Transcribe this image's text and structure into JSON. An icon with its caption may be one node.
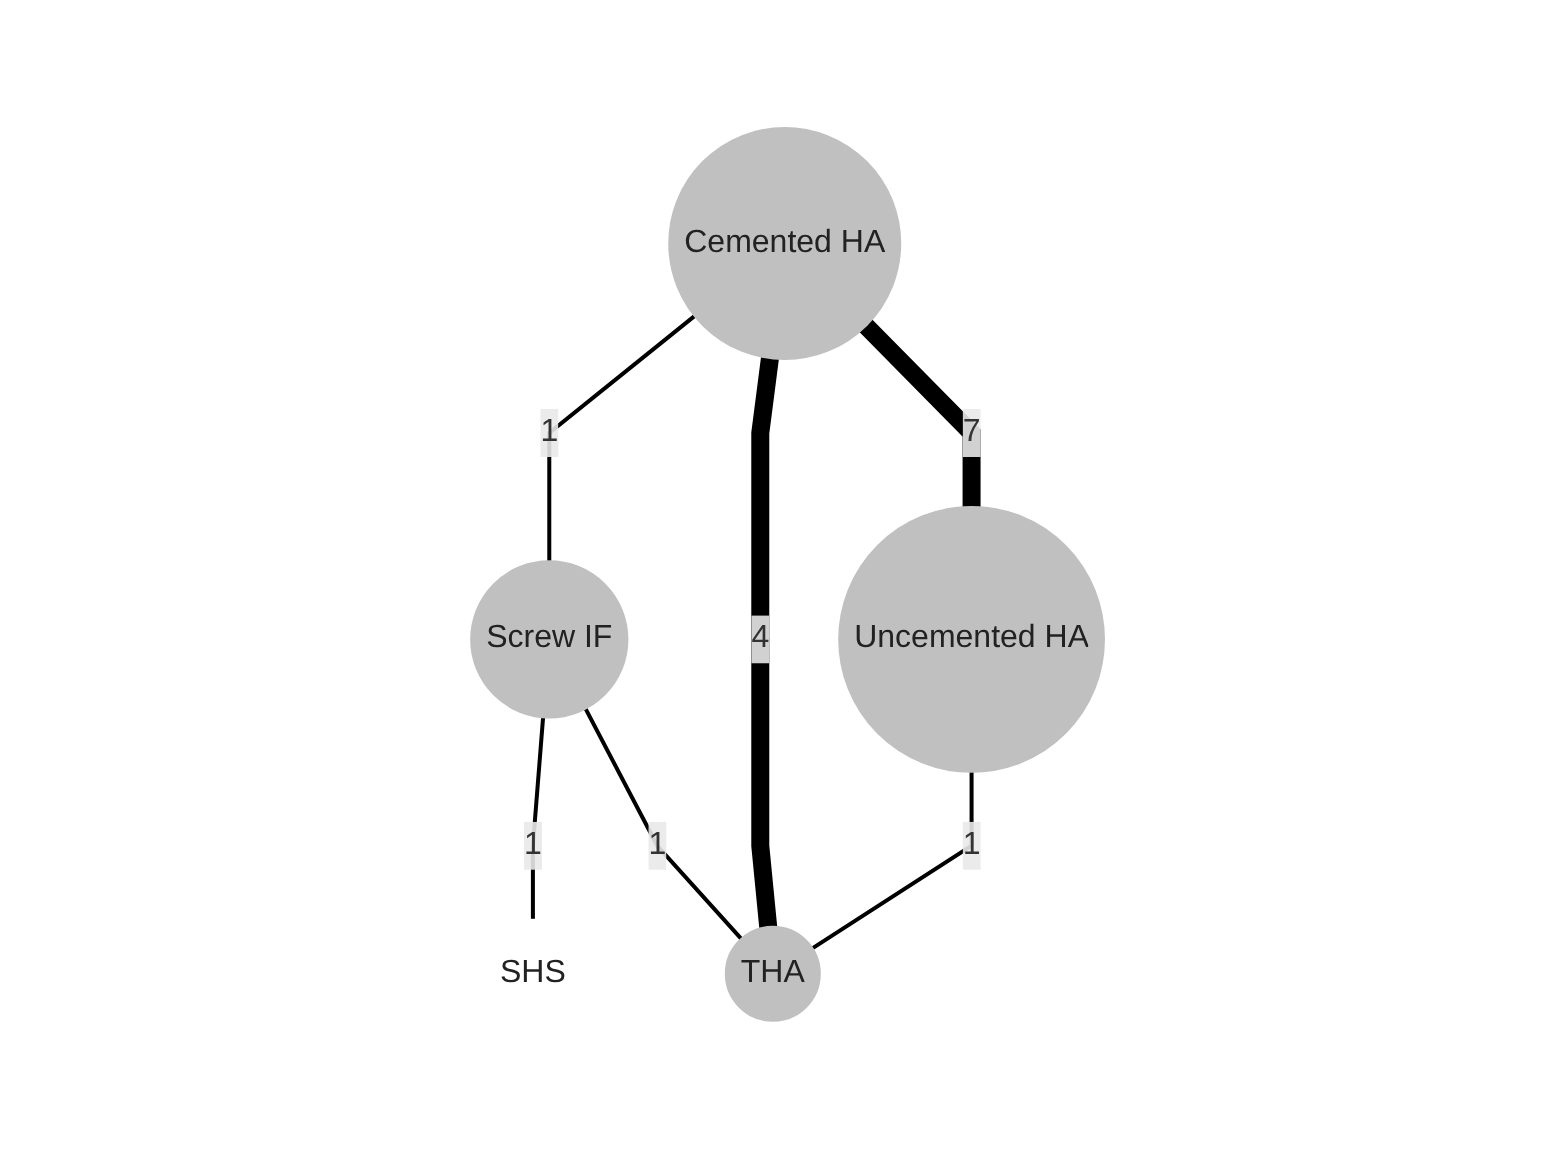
{
  "diagram": {
    "nodes": [
      {
        "text": [
          "Cemented HA"
        ]
      },
      {
        "text": [
          "Screw IF"
        ]
      },
      {
        "text": [
          "Uncemented HA"
        ]
      },
      {
        "text": [
          "SHS"
        ]
      },
      {
        "text": [
          "THA"
        ]
      }
    ],
    "edges": [
      {
        "from": 0,
        "to": 1,
        "arrow": "none",
        "label": "1"
      },
      {
        "from": 1,
        "to": 3,
        "arrow": "none",
        "label": "1"
      },
      {
        "from": 1,
        "to": 4,
        "arrow": "none",
        "label": "1"
      },
      {
        "from": 0,
        "to": 4,
        "arrow": "none",
        "label": "4",
        "style": "thick"
      },
      {
        "from": 0,
        "to": 2,
        "arrow": "none",
        "label": "7",
        "style": "thick"
      },
      {
        "from": 2,
        "to": 4,
        "arrow": "none",
        "label": "1"
      }
    ]
  }
}
